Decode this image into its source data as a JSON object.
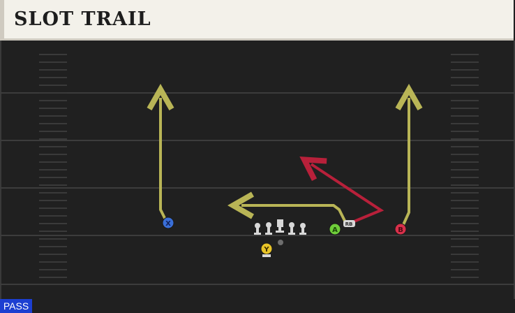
{
  "play": {
    "title": "SLOT TRAIL",
    "type_tag": "PASS"
  },
  "players": {
    "x": {
      "label": "X",
      "color": "#3a6fd8"
    },
    "y": {
      "label": "Y",
      "color": "#e8c428"
    },
    "a": {
      "label": "A",
      "color": "#6fce3a"
    },
    "b": {
      "label": "B",
      "color": "#d8304a"
    },
    "rb": {
      "label": "RB"
    }
  },
  "colors": {
    "route_primary": "#b9b556",
    "route_hot": "#b8203a",
    "field": "#202020",
    "yard_line": "#3a3a3a"
  }
}
